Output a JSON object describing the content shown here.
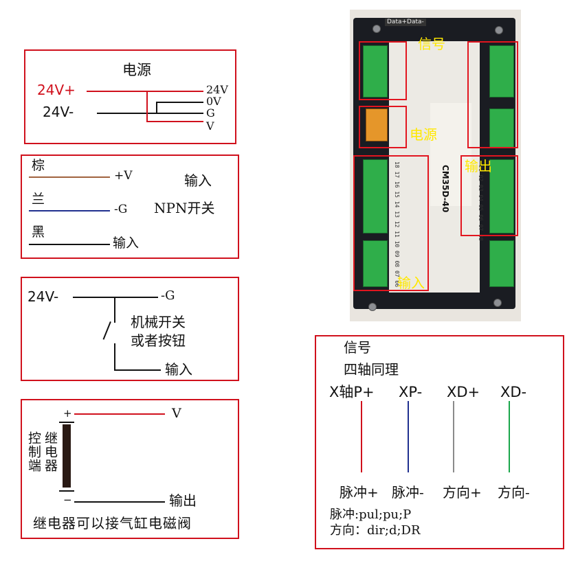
{
  "power_box": {
    "title": "电源",
    "left_plus": "24V+",
    "left_minus": "24V-",
    "right_24v": "24V",
    "right_0v": "0V",
    "right_g": "G",
    "right_v": "V"
  },
  "npn_box": {
    "wire1": "棕",
    "wire2": "兰",
    "wire3": "黑",
    "term1": "+V",
    "term2": "-G",
    "term3": "输入",
    "desc1": "输入",
    "desc2": "NPN开关"
  },
  "switch_box": {
    "left": "24V-",
    "term_g": "-G",
    "desc1": "机械开关",
    "desc2": "或者按钮",
    "input": "输入"
  },
  "relay_box": {
    "plus": "+",
    "minus": "−",
    "term_v": "V",
    "side_col1": "继电器",
    "side_col2": "控制端",
    "output": "输出",
    "note": "继电器可以接气缸电磁阀"
  },
  "photo": {
    "brand": "Data+Data-",
    "model": "CM35D-40",
    "label_signal": "信号",
    "label_power": "电源",
    "label_output": "输出",
    "label_input": "输入"
  },
  "signal_box": {
    "title": "信号",
    "subtitle": "四轴同理",
    "headers": [
      "X轴P+",
      "XP-",
      "XD+",
      "XD-"
    ],
    "wire_colors": [
      "#d0101c",
      "#1f2f8f",
      "#8a8a8a",
      "#1aa64a"
    ],
    "bottoms": [
      "脉冲+",
      "脉冲-",
      "方向+",
      "方向-"
    ],
    "note1": "脉冲:pul;pu;P",
    "note2": "方向：dir;d;DR"
  }
}
